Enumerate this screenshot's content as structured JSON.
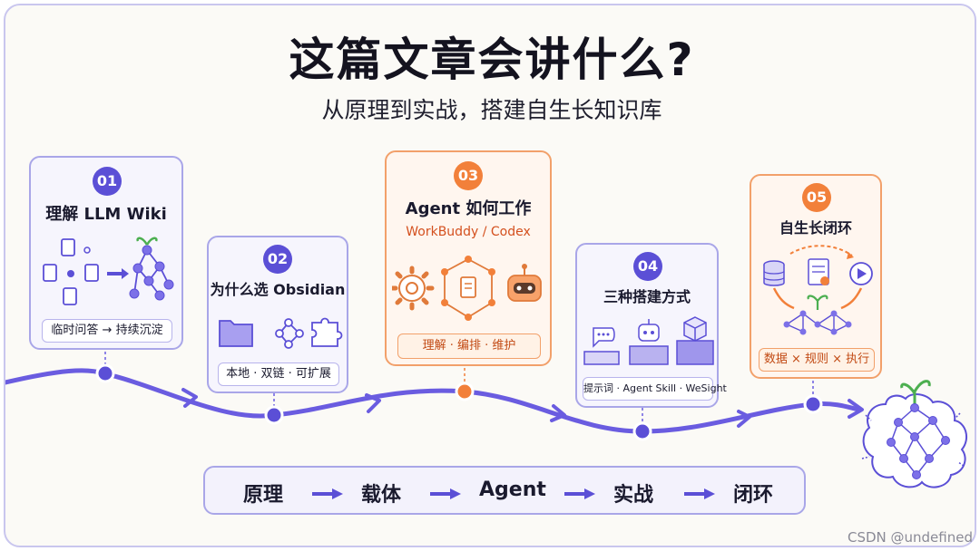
{
  "title": "这篇文章会讲什么?",
  "subtitle": "从原理到实战，搭建自生长知识库",
  "cards": [
    {
      "num": "01",
      "title": "理解 LLM Wiki",
      "tag": "临时问答 → 持续沉淀"
    },
    {
      "num": "02",
      "title": "为什么选 Obsidian",
      "tag": "本地 · 双链 · 可扩展"
    },
    {
      "num": "03",
      "title": "Agent 如何工作",
      "sub": "WorkBuddy / Codex",
      "tag": "理解 · 编排 · 维护"
    },
    {
      "num": "04",
      "title": "三种搭建方式",
      "tag": "提示词 · Agent Skill · WeSight"
    },
    {
      "num": "05",
      "title": "自生长闭环",
      "tag": "数据 × 规则 × 执行"
    }
  ],
  "steps": [
    "原理",
    "载体",
    "Agent",
    "实战",
    "闭环"
  ],
  "watermark": "CSDN @undefined",
  "colors": {
    "accent": "#5b4fd6",
    "orange": "#f2803a",
    "border": "#a9a6e8"
  }
}
